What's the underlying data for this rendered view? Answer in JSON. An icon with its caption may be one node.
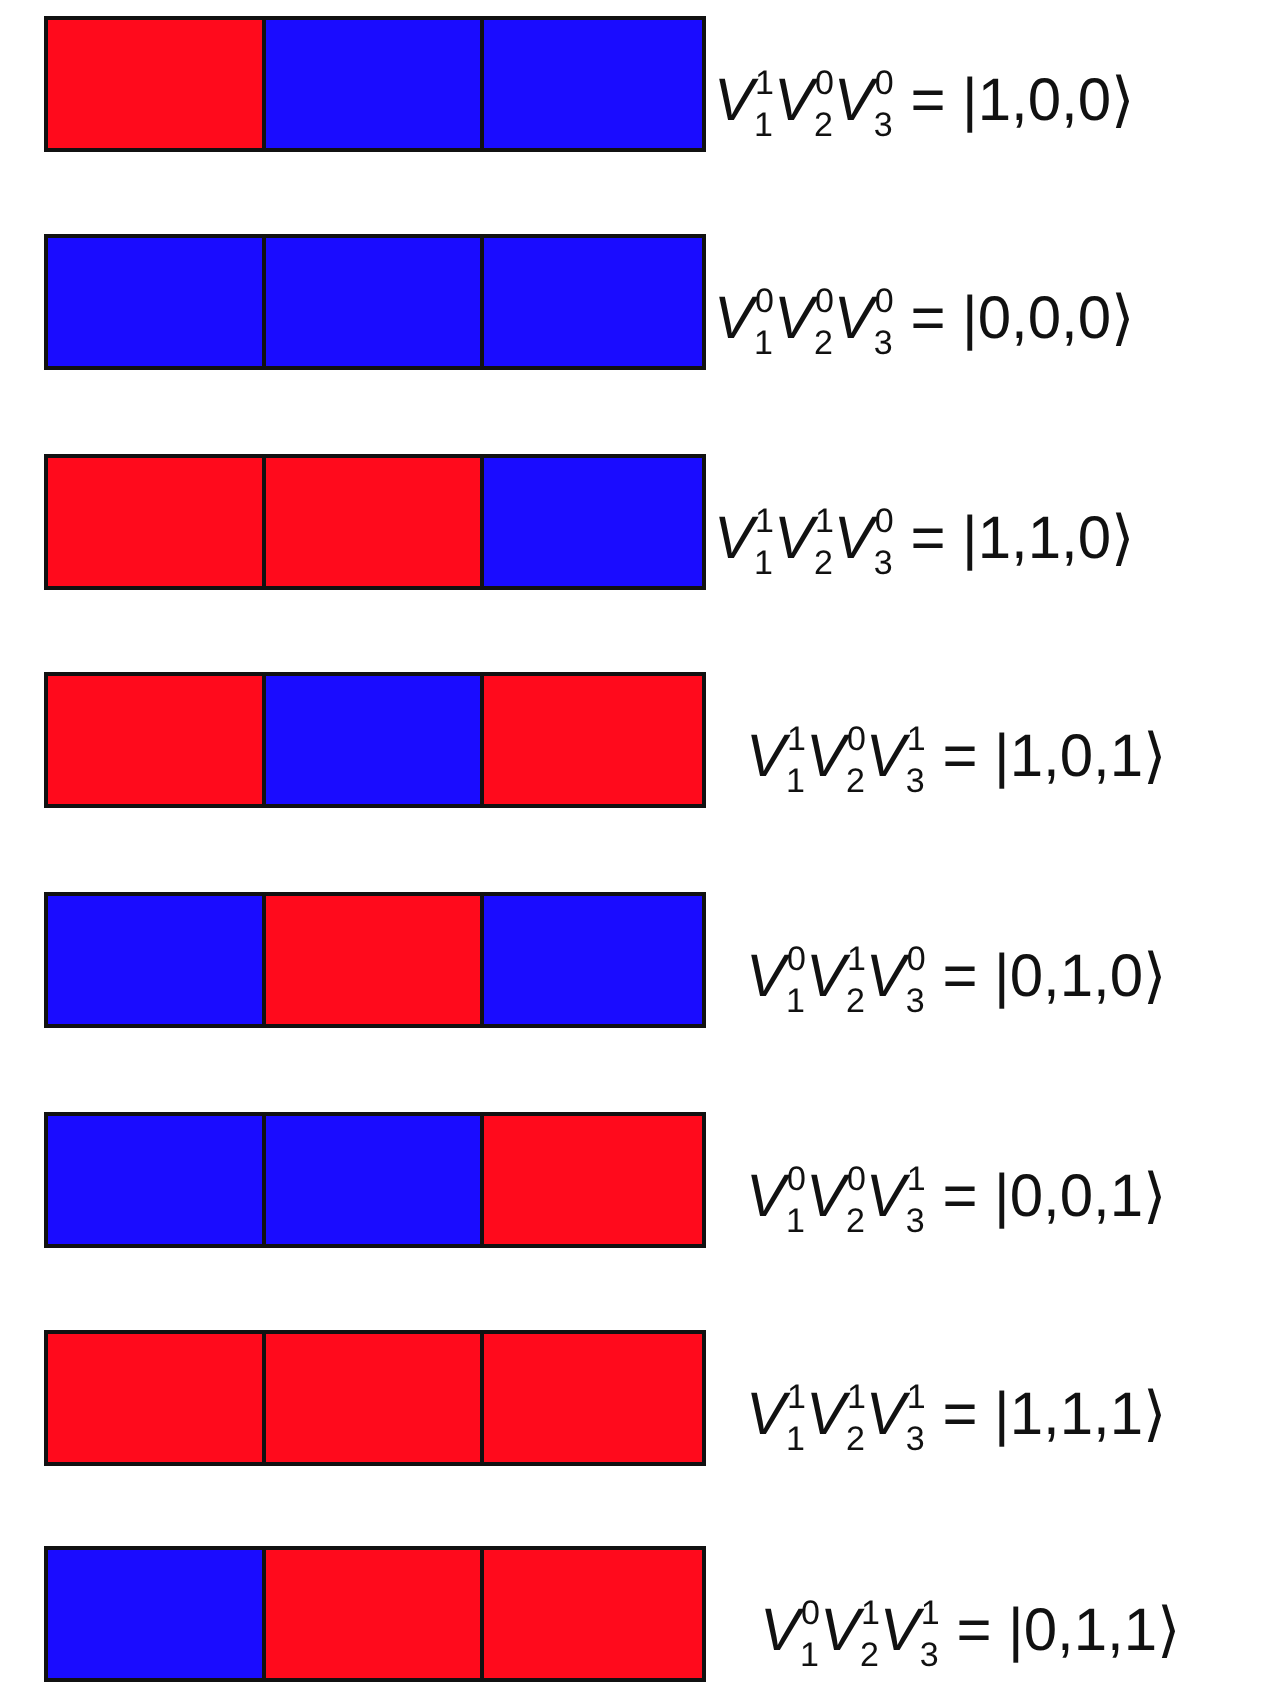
{
  "diagram": {
    "nodes": [
      {
        "text": [],
        "shape": "box"
      },
      {
        "text": [],
        "shape": "box"
      },
      {
        "text": [],
        "shape": "box"
      },
      {
        "text": [],
        "shape": "box"
      },
      {
        "text": [],
        "shape": "box"
      },
      {
        "text": [],
        "shape": "box"
      },
      {
        "text": [],
        "shape": "box"
      },
      {
        "text": [],
        "shape": "box"
      },
      {
        "text": [],
        "shape": "box"
      },
      {
        "text": [],
        "shape": "box"
      },
      {
        "text": [],
        "shape": "box"
      },
      {
        "text": [],
        "shape": "box"
      },
      {
        "text": [],
        "shape": "box"
      },
      {
        "text": [],
        "shape": "box"
      },
      {
        "text": [],
        "shape": "box"
      },
      {
        "text": [],
        "shape": "box"
      },
      {
        "text": [],
        "shape": "box"
      },
      {
        "text": [],
        "shape": "box"
      },
      {
        "text": [],
        "shape": "box"
      },
      {
        "text": [],
        "shape": "box"
      },
      {
        "text": [],
        "shape": "box"
      },
      {
        "text": [],
        "shape": "box"
      },
      {
        "text": [],
        "shape": "box"
      },
      {
        "text": [],
        "shape": "box"
      }
    ],
    "labels": [
      "*V*$_{1}$$^{1}$*V*$_{2}$$^{0}$*V*$_{3}$$^{0}$ = |1,0,0⟩",
      "*V*$_{1}$$^{0}$*V*$_{2}$$^{0}$*V*$_{3}$$^{0}$ = |0,0,0⟩",
      "*V*$_{1}$$^{1}$*V*$_{2}$$^{1}$*V*$_{3}$$^{0}$ = |1,1,0⟩",
      "*V*$_{1}$$^{1}$*V*$_{2}$$^{0}$*V*$_{3}$$^{1}$ = |1,0,1⟩",
      "*V*$_{1}$$^{0}$*V*$_{2}$$^{1}$*V*$_{3}$$^{0}$ = |0,1,0⟩",
      "*V*$_{1}$$^{0}$*V*$_{2}$$^{0}$*V*$_{3}$$^{1}$ = |0,0,1⟩",
      "*V*$_{1}$$^{1}$*V*$_{2}$$^{1}$*V*$_{3}$$^{1}$ = |1,1,1⟩",
      "*V*$_{1}$$^{0}$*V*$_{2}$$^{1}$*V*$_{3}$$^{1}$ = |0,1,1⟩"
    ]
  }
}
